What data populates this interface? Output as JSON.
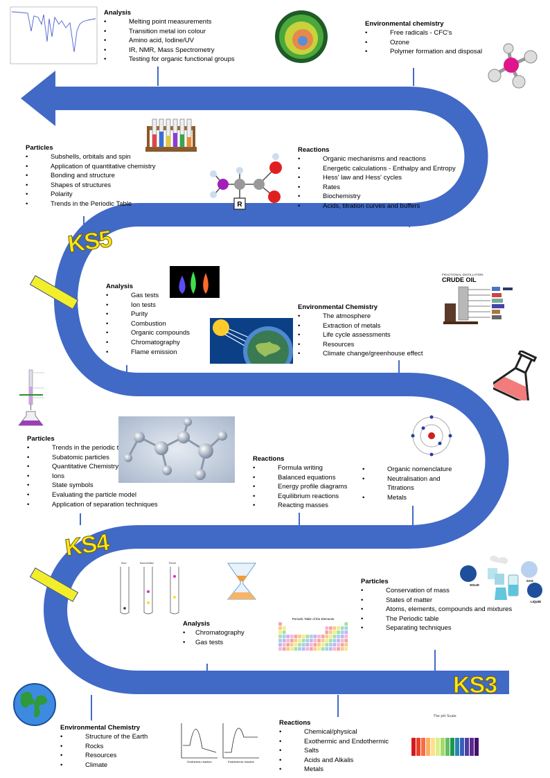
{
  "stages": {
    "ks5": "KS5",
    "ks4": "KS4",
    "ks3": "KS3"
  },
  "ks5": {
    "analysis": {
      "title": "Analysis",
      "items": [
        "Melting point measurements",
        "Transition metal ion colour",
        "Amino acid, Iodine/UV",
        "IR, NMR, Mass Spectrometry",
        "Testing for organic functional groups"
      ]
    },
    "environmental": {
      "title": "Environmental chemistry",
      "items": [
        "Free radicals - CFC's",
        "Ozone",
        "Polymer formation and disposal"
      ]
    },
    "particles": {
      "title": "Particles",
      "items": [
        "Subshells, orbitals and spin",
        "Application of quantitative chemistry",
        "Bonding and structure",
        "Shapes of structures",
        "Polarity",
        "Trends in the Periodic Table"
      ]
    },
    "reactions": {
      "title": "Reactions",
      "items": [
        "Organic mechanisms and reactions",
        "Energetic calculations - Enthalpy and Entropy",
        "Hess' law  and  Hess' cycles",
        "Rates",
        "Biochemistry",
        "Acids, titration curves and buffers"
      ]
    }
  },
  "ks4": {
    "analysis": {
      "title": "Analysis",
      "items": [
        "Gas tests",
        "Ion tests",
        "Purity",
        "Combustion",
        "Organic compounds",
        "Chromatography",
        "Flame emission"
      ]
    },
    "environmental": {
      "title": "Environmental Chemistry",
      "items": [
        "The atmosphere",
        "Extraction of metals",
        "Life cycle assessments",
        "Resources",
        "Climate change/greenhouse effect"
      ]
    },
    "particles": {
      "title": "Particles",
      "items": [
        "Trends in the periodic table",
        "Subatomic particles",
        "Quantitative Chemistry",
        "Ions",
        "State symbols",
        "Evaluating the particle model",
        "Application of separation techniques"
      ]
    },
    "reactions": {
      "title": "Reactions",
      "items": [
        "Formula writing",
        "Balanced equations",
        "Energy profile diagrams",
        "Equilibrium reactions",
        "Reacting masses"
      ],
      "items2": [
        "Organic nomenclature",
        "Neutralisation and Titrations",
        "Metals"
      ]
    }
  },
  "ks3": {
    "particles": {
      "title": "Particles",
      "items": [
        "Conservation of mass",
        "States of matter",
        "Atoms, elements, compounds and mixtures",
        "The Periodic table",
        "Separating techniques"
      ]
    },
    "analysis": {
      "title": "Analysis",
      "items": [
        "Chromatography",
        "Gas tests"
      ]
    },
    "environmental": {
      "title": "Environmental Chemistry",
      "items": [
        "Structure of the Earth",
        "Rocks",
        "Resources",
        "Climate"
      ]
    },
    "reactions": {
      "title": "Reactions",
      "items": [
        "Chemical/physical",
        "Exothermic and Endothermic",
        "Salts",
        "Acids and Alkalis",
        "Metals"
      ]
    }
  },
  "image_labels": {
    "crude_oil": "CRUDE OIL",
    "fractional_distillation": "FRACTIONAL DISTILLATION",
    "periodic_table": "Periodic Table of the Elements",
    "ph_scale": "The pH Scale",
    "solid": "SOLID",
    "gas": "GAS",
    "liquid": "LIQUID",
    "r_group": "R",
    "exothermic": "Exothermic reaction",
    "endothermic": "Endothermic reaction",
    "chrom_start": "Start",
    "chrom_intermediate": "Intermediate",
    "chrom_finish": "Finish"
  },
  "colors": {
    "road": "#4169c6",
    "stage_text": "#ffe619",
    "marker": "#f2ee2b"
  }
}
